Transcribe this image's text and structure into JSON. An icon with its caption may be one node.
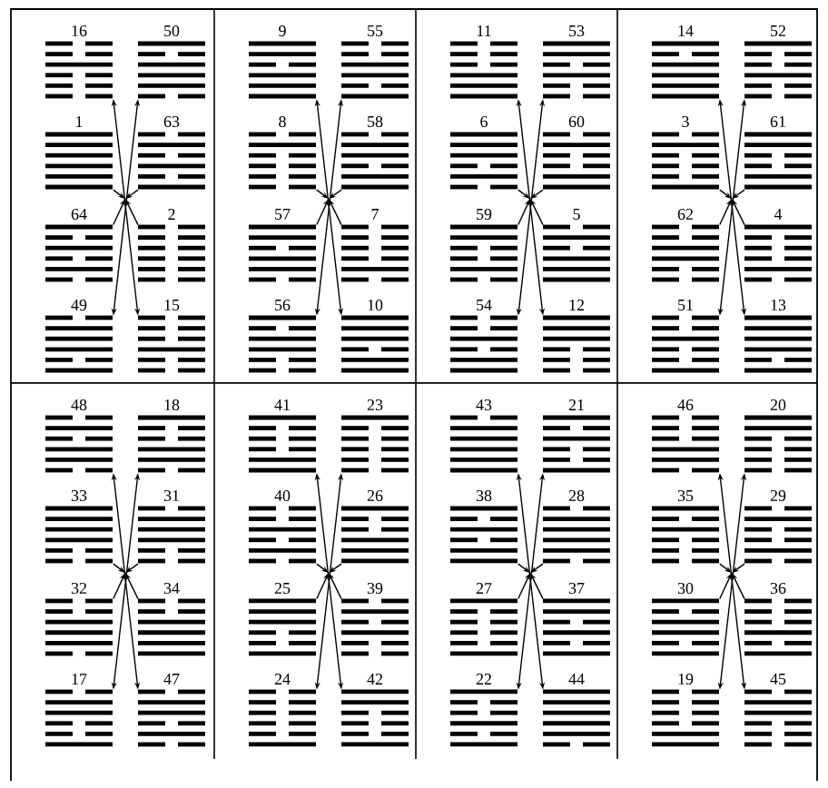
{
  "diagram": {
    "nodes": [
      {
        "text": [
          "16"
        ]
      },
      {
        "text": [
          "50"
        ]
      },
      {
        "text": [
          "1"
        ]
      },
      {
        "text": [
          "63"
        ]
      },
      {
        "text": [
          "64"
        ]
      },
      {
        "text": [
          "2"
        ]
      },
      {
        "text": [
          "49"
        ]
      },
      {
        "text": [
          "15"
        ]
      },
      {
        "text": [
          "9"
        ]
      },
      {
        "text": [
          "55"
        ]
      },
      {
        "text": [
          "8"
        ]
      },
      {
        "text": [
          "58"
        ]
      },
      {
        "text": [
          "57"
        ]
      },
      {
        "text": [
          "7"
        ]
      },
      {
        "text": [
          "56"
        ]
      },
      {
        "text": [
          "10"
        ]
      },
      {
        "text": [
          "11"
        ]
      },
      {
        "text": [
          "53"
        ]
      },
      {
        "text": [
          "6"
        ]
      },
      {
        "text": [
          "60"
        ]
      },
      {
        "text": [
          "59"
        ]
      },
      {
        "text": [
          "5"
        ]
      },
      {
        "text": [
          "54"
        ]
      },
      {
        "text": [
          "12"
        ]
      },
      {
        "text": [
          "14"
        ]
      },
      {
        "text": [
          "52"
        ]
      },
      {
        "text": [
          "3"
        ]
      },
      {
        "text": [
          "61"
        ]
      },
      {
        "text": [
          "62"
        ]
      },
      {
        "text": [
          "4"
        ]
      },
      {
        "text": [
          "51"
        ]
      },
      {
        "text": [
          "13"
        ]
      },
      {
        "text": [
          "48"
        ]
      },
      {
        "text": [
          "18"
        ]
      },
      {
        "text": [
          "33"
        ]
      },
      {
        "text": [
          "31"
        ]
      },
      {
        "text": [
          "32"
        ]
      },
      {
        "text": [
          "34"
        ]
      },
      {
        "text": [
          "17"
        ]
      },
      {
        "text": [
          "47"
        ]
      },
      {
        "text": [
          "41"
        ]
      },
      {
        "text": [
          "23"
        ]
      },
      {
        "text": [
          "40"
        ]
      },
      {
        "text": [
          "26"
        ]
      },
      {
        "text": [
          "25"
        ]
      },
      {
        "text": [
          "39"
        ]
      },
      {
        "text": [
          "24"
        ]
      },
      {
        "text": [
          "42"
        ]
      },
      {
        "text": [
          "43"
        ]
      },
      {
        "text": [
          "21"
        ]
      },
      {
        "text": [
          "38"
        ]
      },
      {
        "text": [
          "28"
        ]
      },
      {
        "text": [
          "27"
        ]
      },
      {
        "text": [
          "37"
        ]
      },
      {
        "text": [
          "22"
        ]
      },
      {
        "text": [
          "44"
        ]
      },
      {
        "text": [
          "46"
        ]
      },
      {
        "text": [
          "20"
        ]
      },
      {
        "text": [
          "35"
        ]
      },
      {
        "text": [
          "29"
        ]
      },
      {
        "text": [
          "30"
        ]
      },
      {
        "text": [
          "36"
        ]
      },
      {
        "text": [
          "19"
        ]
      },
      {
        "text": [
          "45"
        ]
      }
    ],
    "edges": [
      {
        "from": 0,
        "to": 7,
        "arrow": "both"
      },
      {
        "from": 1,
        "to": 6,
        "arrow": "both"
      },
      {
        "from": 2,
        "to": null,
        "arrow": "to"
      },
      {
        "from": 3,
        "to": null,
        "arrow": "to"
      },
      {
        "from": 4,
        "to": null,
        "arrow": "to"
      },
      {
        "from": 5,
        "to": null,
        "arrow": "to"
      },
      {
        "from": 8,
        "to": 15,
        "arrow": "both"
      },
      {
        "from": 9,
        "to": 14,
        "arrow": "both"
      },
      {
        "from": 10,
        "to": null,
        "arrow": "to"
      },
      {
        "from": 11,
        "to": null,
        "arrow": "to"
      },
      {
        "from": 12,
        "to": null,
        "arrow": "to"
      },
      {
        "from": 13,
        "to": null,
        "arrow": "to"
      },
      {
        "from": 16,
        "to": 23,
        "arrow": "both"
      },
      {
        "from": 17,
        "to": 22,
        "arrow": "both"
      },
      {
        "from": 18,
        "to": null,
        "arrow": "to"
      },
      {
        "from": 19,
        "to": null,
        "arrow": "to"
      },
      {
        "from": 20,
        "to": null,
        "arrow": "to"
      },
      {
        "from": 21,
        "to": null,
        "arrow": "to"
      },
      {
        "from": 24,
        "to": 31,
        "arrow": "both"
      },
      {
        "from": 25,
        "to": 30,
        "arrow": "both"
      },
      {
        "from": 26,
        "to": null,
        "arrow": "to"
      },
      {
        "from": 27,
        "to": null,
        "arrow": "to"
      },
      {
        "from": 28,
        "to": null,
        "arrow": "to"
      },
      {
        "from": 29,
        "to": null,
        "arrow": "to"
      },
      {
        "from": 32,
        "to": 39,
        "arrow": "both"
      },
      {
        "from": 33,
        "to": 38,
        "arrow": "both"
      },
      {
        "from": 34,
        "to": null,
        "arrow": "to"
      },
      {
        "from": 35,
        "to": null,
        "arrow": "to"
      },
      {
        "from": 36,
        "to": null,
        "arrow": "to"
      },
      {
        "from": 37,
        "to": null,
        "arrow": "to"
      },
      {
        "from": 40,
        "to": 47,
        "arrow": "both"
      },
      {
        "from": 41,
        "to": 46,
        "arrow": "both"
      },
      {
        "from": 42,
        "to": null,
        "arrow": "to"
      },
      {
        "from": 43,
        "to": null,
        "arrow": "to"
      },
      {
        "from": 44,
        "to": null,
        "arrow": "to"
      },
      {
        "from": 45,
        "to": null,
        "arrow": "to"
      },
      {
        "from": 48,
        "to": 55,
        "arrow": "both"
      },
      {
        "from": 49,
        "to": 54,
        "arrow": "both"
      },
      {
        "from": 50,
        "to": null,
        "arrow": "to"
      },
      {
        "from": 51,
        "to": null,
        "arrow": "to"
      },
      {
        "from": 52,
        "to": null,
        "arrow": "to"
      },
      {
        "from": 53,
        "to": null,
        "arrow": "to"
      },
      {
        "from": 56,
        "to": 63,
        "arrow": "both"
      },
      {
        "from": 57,
        "to": 62,
        "arrow": "both"
      },
      {
        "from": 58,
        "to": null,
        "arrow": "to"
      },
      {
        "from": 59,
        "to": null,
        "arrow": "to"
      },
      {
        "from": 60,
        "to": null,
        "arrow": "to"
      },
      {
        "from": 61,
        "to": null,
        "arrow": "to"
      }
    ]
  }
}
